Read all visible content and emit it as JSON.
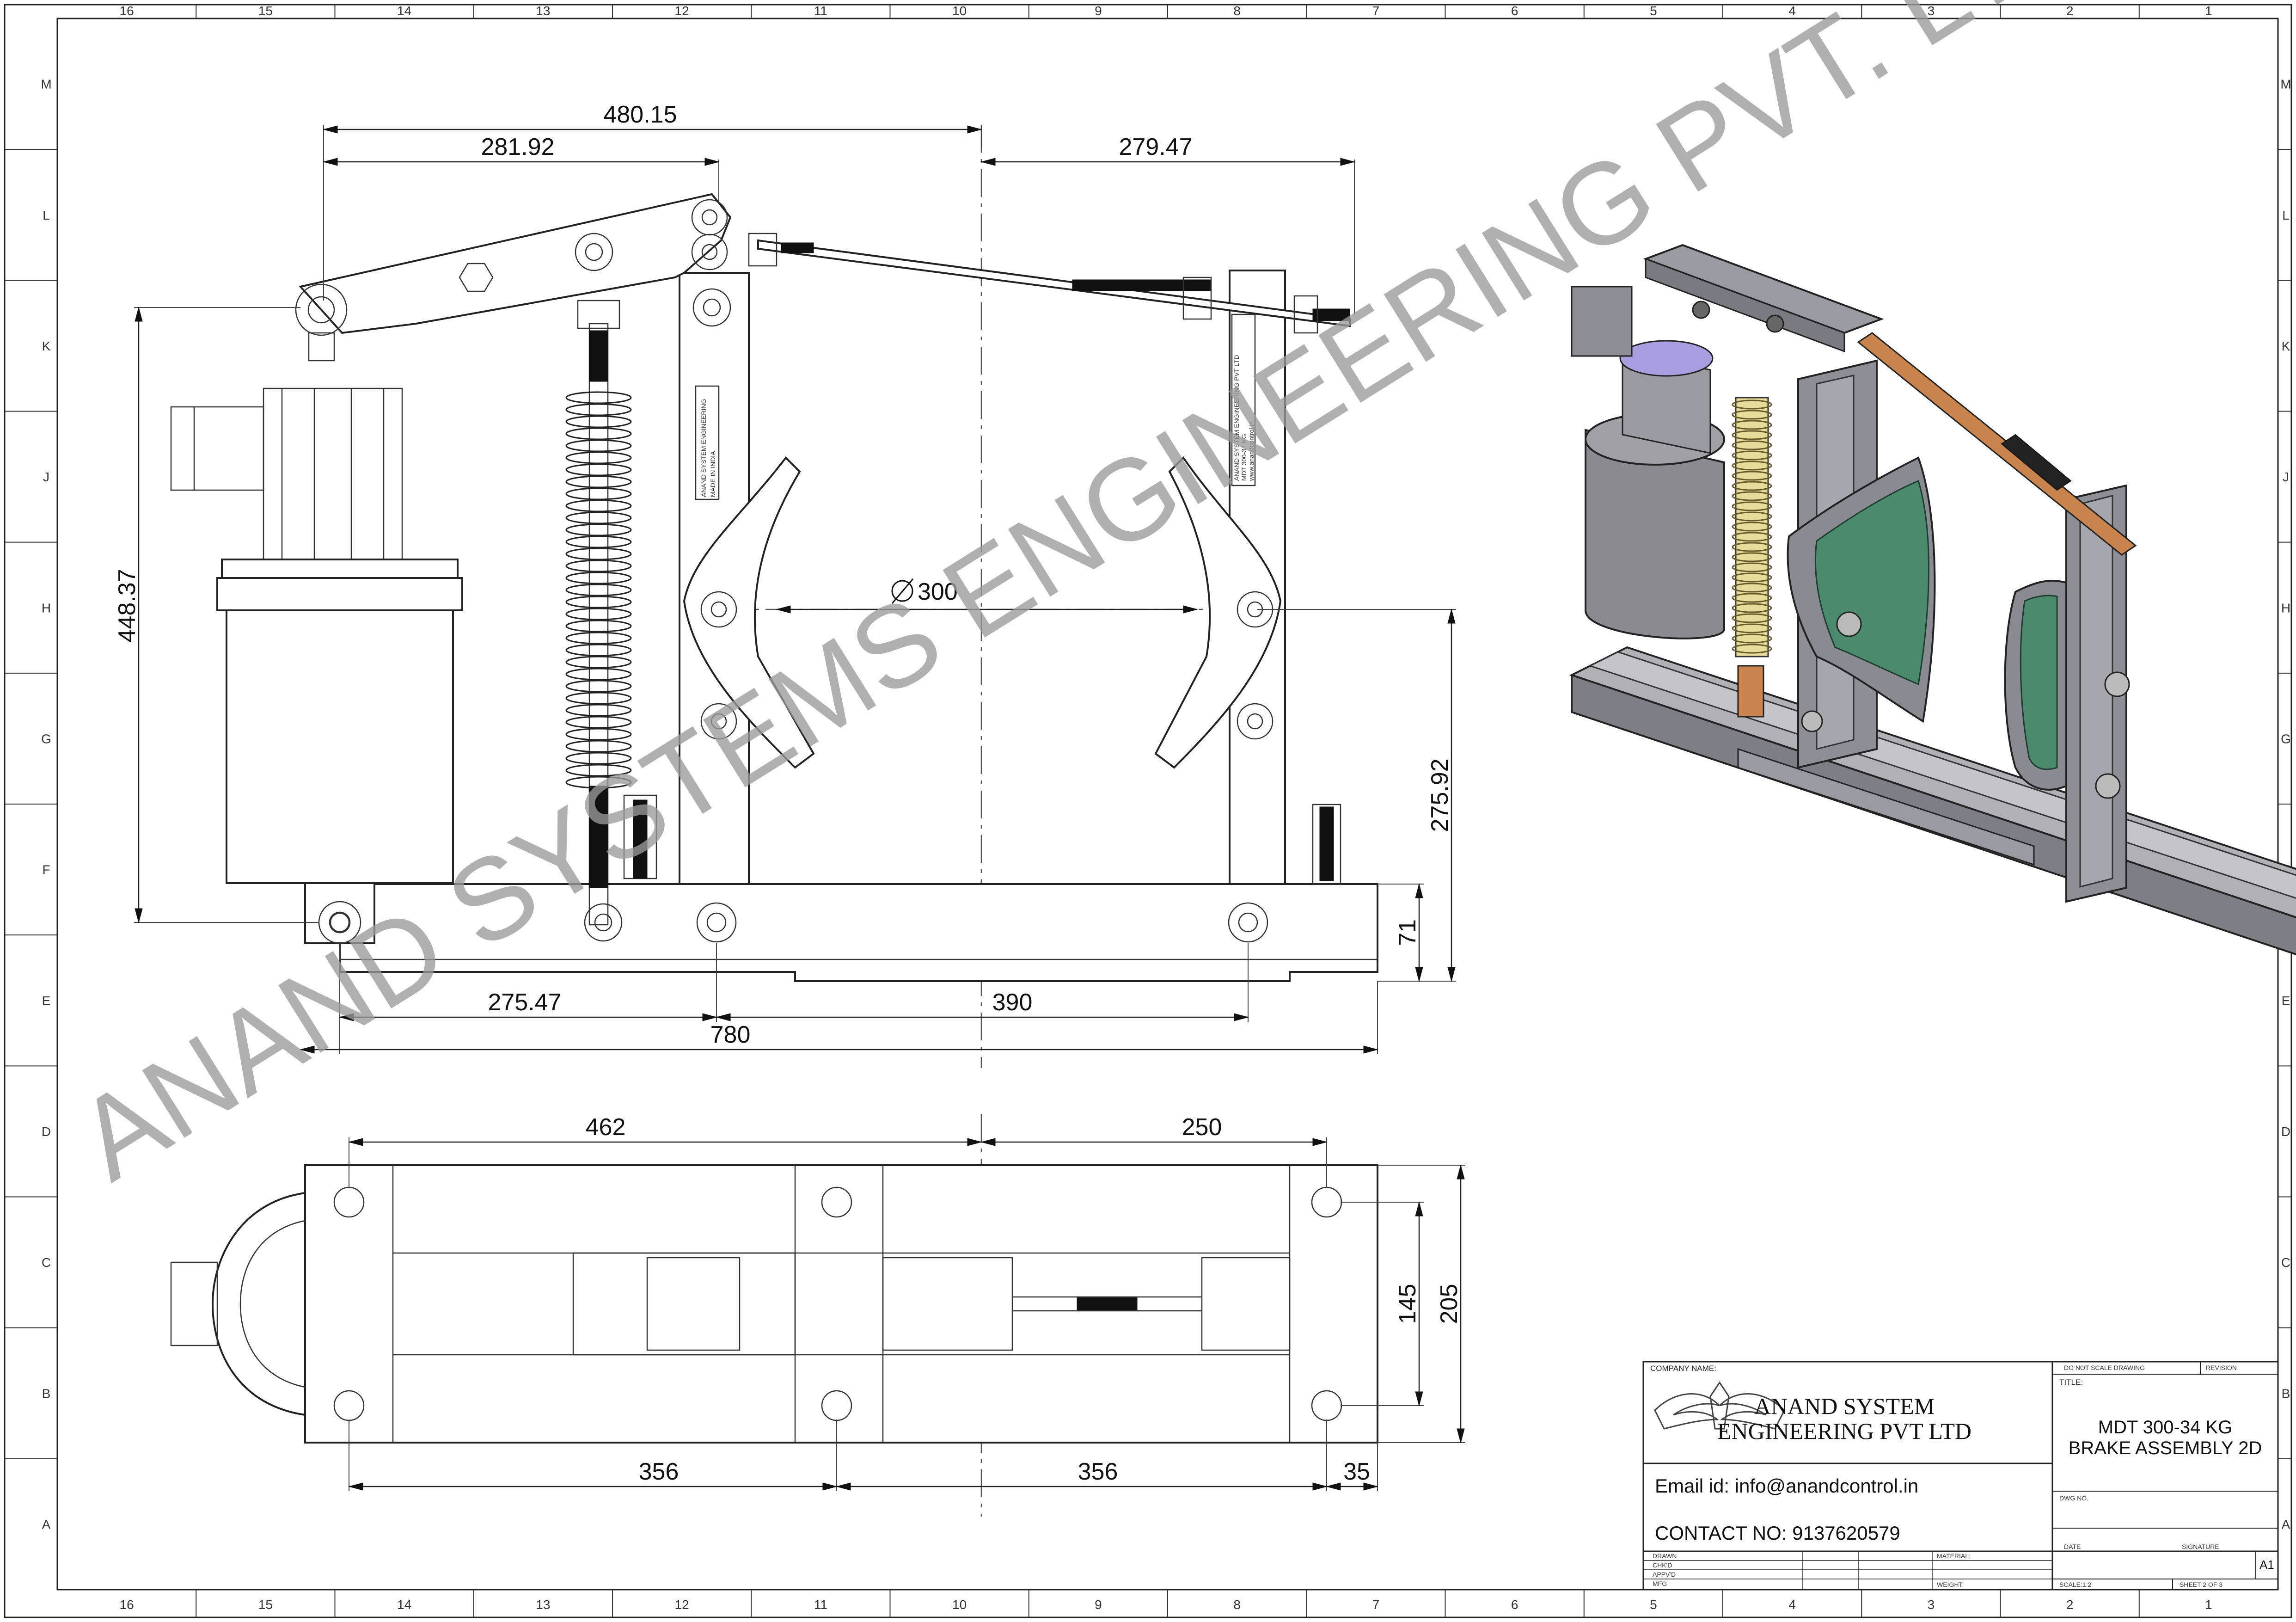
{
  "border": {
    "columns": [
      "16",
      "15",
      "14",
      "13",
      "12",
      "11",
      "10",
      "9",
      "8",
      "7",
      "6",
      "5",
      "4",
      "3",
      "2",
      "1"
    ],
    "rows": [
      "M",
      "L",
      "K",
      "J",
      "H",
      "G",
      "F",
      "E",
      "D",
      "C",
      "B",
      "A"
    ]
  },
  "watermark": "ANAND SYSTEMS ENGINEERING PVT. LTD.",
  "front_view": {
    "dims": {
      "overall_top": "480.15",
      "top_left": "281.92",
      "top_right": "279.47",
      "height_left": "448.37",
      "drum_diameter": "300",
      "height_right": "275.92",
      "base_height": "71",
      "bottom_left": "275.47",
      "bottom_right": "390",
      "overall_bottom": "780"
    }
  },
  "top_view": {
    "dims": {
      "top_left": "462",
      "top_right": "250",
      "inner_height": "145",
      "outer_height": "205",
      "bottom_left": "356",
      "bottom_mid": "356",
      "bottom_right": "35"
    }
  },
  "nameplate_left": [
    "ANAND SYSTEM ENGINEERING",
    "MADE IN INDIA"
  ],
  "nameplate_right": [
    "ANAND SYSTEM ENGINEERING PVT LTD",
    "MDT 300-34 KG",
    "www.anandcontrol.in"
  ],
  "title_block": {
    "company_name_label": "COMPANY NAME:",
    "company_line1": "ANAND SYSTEM",
    "company_line2": "ENGINEERING PVT LTD",
    "email": "Email id: info@anandcontrol.in",
    "contact": "CONTACT NO: 9137620579",
    "do_not_scale": "DO NOT SCALE DRAWING",
    "revision": "REVISION",
    "title_label": "TITLE:",
    "title_line1": "MDT 300-34 KG",
    "title_line2": "BRAKE ASSEMBLY 2D",
    "dwg_no": "DWG NO.",
    "date": "DATE",
    "signature": "SIGNATURE",
    "size": "A1",
    "drawn": "DRAWN",
    "chkd": "CHK'D",
    "appvd": "APPV'D",
    "mfg": "MFG",
    "material": "MATERIAL:",
    "weight": "WEIGHT:",
    "scale": "SCALE:1:2",
    "sheet": "SHEET 2 OF 3"
  },
  "colors": {
    "line": "#222222",
    "watermark": "#9a9a9a",
    "iso_body": "#8e8e96",
    "iso_lining": "#4c8a6e",
    "iso_spring": "#e8dc9a",
    "iso_rod": "#c8844c",
    "iso_motor_top": "#a89ee0"
  }
}
